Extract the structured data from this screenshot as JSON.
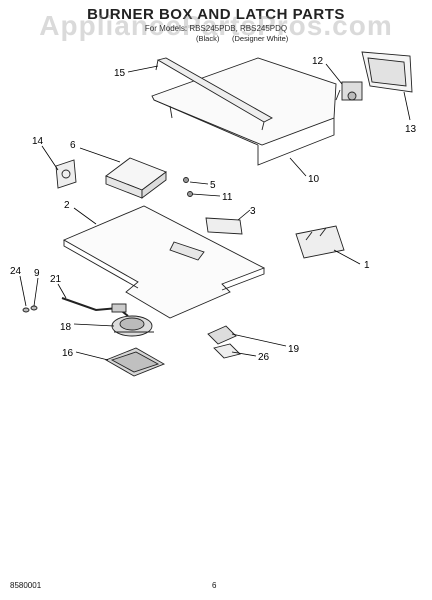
{
  "header": {
    "title": "BURNER BOX AND LATCH PARTS",
    "model_line": "For Models: RBS245PDB, RBS245PDQ",
    "color_black": "(Black)",
    "color_white": "(Designer White)"
  },
  "watermark": "AppliancePartsPros.com",
  "parts": {
    "p15": "15",
    "p12": "12",
    "p13": "13",
    "p14": "14",
    "p10": "10",
    "p6": "6",
    "p5": "5",
    "p11": "11",
    "p2": "2",
    "p3": "3",
    "p1": "1",
    "p24": "24",
    "p9": "9",
    "p21": "21",
    "p18": "18",
    "p16": "16",
    "p19": "19",
    "p26": "26"
  },
  "footer": {
    "doc_number": "8580001",
    "page_number": "6"
  }
}
